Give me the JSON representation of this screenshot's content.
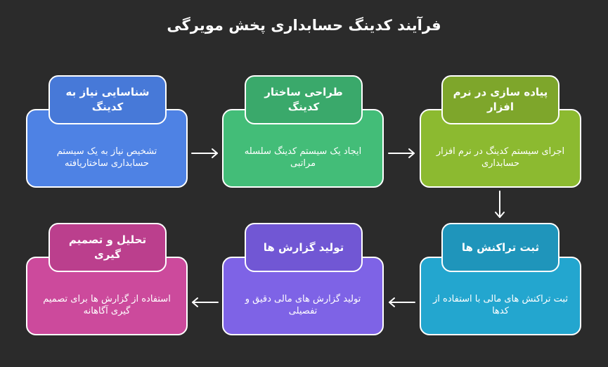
{
  "diagram": {
    "title": "فرآیند کدینگ حسابداری پخش مویرگی",
    "steps": [
      {
        "title": "شناسایی نیاز به کدینگ",
        "desc": "تشخیص نیاز به یک سیستم حسابداری ساختاریافته"
      },
      {
        "title": "طراحی ساختار کدینگ",
        "desc": "ایجاد یک سیستم کدینگ سلسله مراتبی"
      },
      {
        "title": "پیاده سازی در نرم افزار",
        "desc": "اجرای سیستم کدینگ در نرم افزار حسابداری"
      },
      {
        "title": "ثبت تراکنش ها",
        "desc": "ثبت تراکنش های مالی با استفاده از کدها"
      },
      {
        "title": "تولید گزارش ها",
        "desc": "تولید گزارش های مالی دقیق و تفصیلی"
      },
      {
        "title": "تحلیل و تصمیم گیری",
        "desc": "استفاده از گزارش ها برای تصمیم گیری آگاهانه"
      }
    ],
    "colors": {
      "background": "#2b2b2b",
      "step1": "#4e82e4",
      "step2": "#43bd78",
      "step3": "#8cba30",
      "step4": "#23a6cf",
      "step5": "#7e63e6",
      "step6": "#cc4a9c"
    }
  }
}
